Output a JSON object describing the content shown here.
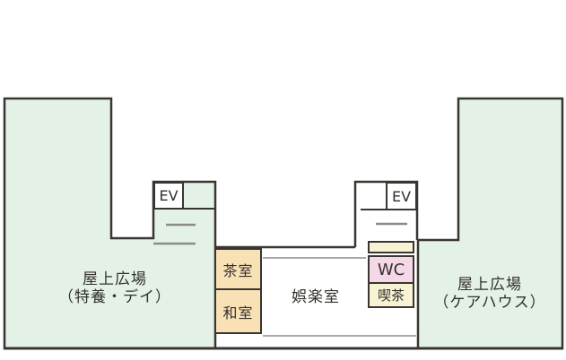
{
  "plan": {
    "rooms": {
      "left_plaza": {
        "line1": "屋上広場",
        "line2": "（特養・デイ）"
      },
      "right_plaza": {
        "line1": "屋上広場",
        "line2": "（ケアハウス）"
      },
      "recreation_room": {
        "label": "娯楽室"
      },
      "tea_room": {
        "label": "茶室"
      },
      "japanese_room": {
        "label": "和室"
      },
      "wc": {
        "label": "WC"
      },
      "cafe": {
        "label": "喫茶"
      },
      "elevator_left": {
        "label": "EV"
      },
      "elevator_right": {
        "label": "EV"
      }
    },
    "colors": {
      "plaza_green": "#e3f1e6",
      "room_tan": "#f9e1b6",
      "room_cream": "#f8f3d4",
      "room_pink": "#f4d8e8",
      "outline_dark": "#393530",
      "stair_line_gray": "#8b8b8b"
    }
  }
}
